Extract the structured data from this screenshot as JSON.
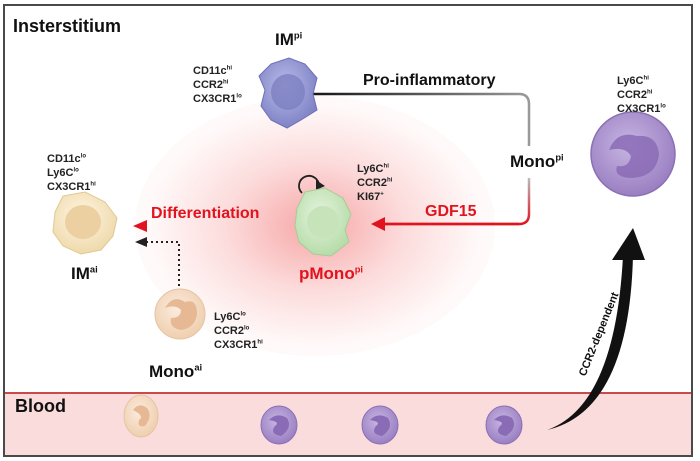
{
  "regions": {
    "interstitium": "Insterstitium",
    "blood": "Blood"
  },
  "cells": {
    "im_pi": {
      "name": "IM",
      "sup": "pi",
      "markers": [
        [
          "CD11c",
          "hi"
        ],
        [
          "CCR2",
          "hi"
        ],
        [
          "CX3CR1",
          "lo"
        ]
      ]
    },
    "im_ai": {
      "name": "IM",
      "sup": "ai",
      "markers": [
        [
          "CD11c",
          "lo"
        ],
        [
          "Ly6C",
          "lo"
        ],
        [
          "CX3CR1",
          "hi"
        ]
      ]
    },
    "pmono_pi": {
      "name": "pMono",
      "sup": "pi",
      "markers": [
        [
          "Ly6C",
          "hi"
        ],
        [
          "CCR2",
          "hi"
        ],
        [
          "KI67",
          "+"
        ]
      ]
    },
    "mono_pi": {
      "name": "Mono",
      "sup": "pi",
      "markers": [
        [
          "Ly6C",
          "hi"
        ],
        [
          "CCR2",
          "hi"
        ],
        [
          "CX3CR1",
          "lo"
        ]
      ]
    },
    "mono_ai": {
      "name": "Mono",
      "sup": "ai",
      "markers": [
        [
          "Ly6C",
          "lo"
        ],
        [
          "CCR2",
          "lo"
        ],
        [
          "CX3CR1",
          "hi"
        ]
      ]
    }
  },
  "arrows": {
    "pro_inflammatory": "Pro-inflammatory",
    "gdf15": "GDF15",
    "differentiation": "Differentiation",
    "ccr2_dependent": "CCR2-dependent"
  },
  "colors": {
    "accent_red": "#e0141e",
    "blood_bg": "#fbdcdc",
    "blood_line": "#c94a4a",
    "im_pi_cell": "#8e8fd0",
    "mono_pi_cell": "#a58ac6",
    "pmono_cell": "#c9e6c0",
    "im_ai_cell": "#f3e2bd",
    "mono_ai_cell": "#f3d3b6"
  }
}
